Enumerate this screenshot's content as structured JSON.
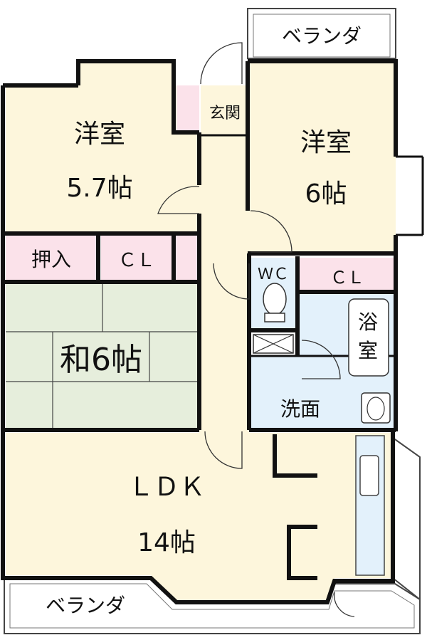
{
  "rooms": {
    "west_bedroom": {
      "name": "洋室",
      "size": "5.7帖"
    },
    "east_bedroom": {
      "name": "洋室",
      "size": "6帖"
    },
    "entrance": "玄関",
    "oshiire": "押入",
    "closet_west": "ＣＬ",
    "closet_east": "ＣＬ",
    "toilet": "ＷＣ",
    "bath": {
      "line1": "浴",
      "line2": "室"
    },
    "washroom": "洗面",
    "washitsu": "和6帖",
    "ldk": {
      "name": "ＬＤＫ",
      "size": "14帖"
    }
  },
  "verandas": {
    "top": "ベランダ",
    "bottom": "ベランダ"
  },
  "colors": {
    "wood_floor": "#fdf6dc",
    "tatami": "#e6eedc",
    "closet_pink": "#fbe2ea",
    "wet_area_blue": "#e3f1fb",
    "wall": "#111111"
  }
}
